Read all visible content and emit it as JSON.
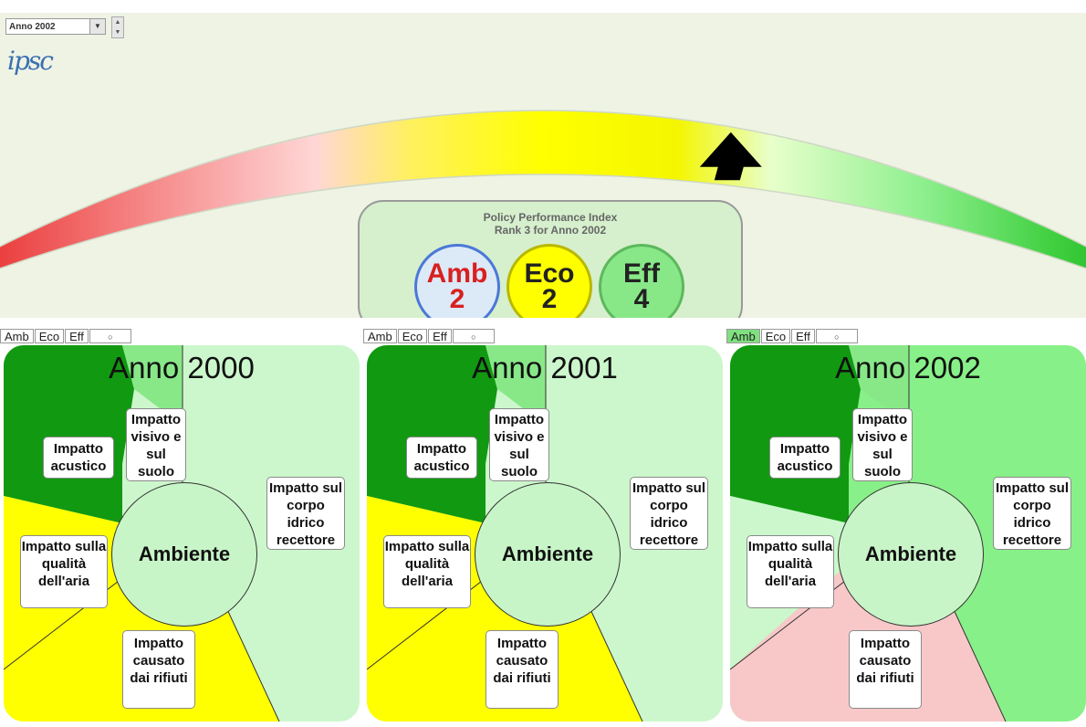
{
  "top": {
    "year_select": "Anno 2002",
    "logo": "ipsc",
    "perf_title": "Policy Performance Index",
    "perf_rank": "Rank 3 for Anno 2002",
    "indicator_position": 0.64,
    "badges": [
      {
        "label": "Amb",
        "value": "2",
        "fill": "#dce9f7",
        "ring": "#4a78d8",
        "text": "#d82020"
      },
      {
        "label": "Eco",
        "value": "2",
        "fill": "#ffff00",
        "ring": "#b8b800",
        "text": "#222222"
      },
      {
        "label": "Eff",
        "value": "4",
        "fill": "#88e888",
        "ring": "#5cb85c",
        "text": "#222222"
      }
    ]
  },
  "tabs": [
    "Amb",
    "Eco",
    "Eff",
    "○"
  ],
  "labels": {
    "visivo": "Impatto visivo e sul suolo",
    "acustico": "Impatto acustico",
    "corpo": "Impatto sul corpo idrico recettore",
    "aria": "Impatto sulla qualità dell'aria",
    "rifiuti": "Impatto causato dai rifiuti",
    "center": "Ambiente"
  },
  "panels": [
    {
      "anno": "Anno 2000",
      "active_tab": -1,
      "colors": {
        "visivo": "#88e888",
        "acustico": "#119911",
        "corpo": "#ccf7cc",
        "aria": "#ffff00",
        "rifiuti": "#ffff00"
      }
    },
    {
      "anno": "Anno 2001",
      "active_tab": -1,
      "colors": {
        "visivo": "#88e888",
        "acustico": "#119911",
        "corpo": "#ccf7cc",
        "aria": "#ffff00",
        "rifiuti": "#ffff00"
      }
    },
    {
      "anno": "Anno 2002",
      "active_tab": 0,
      "colors": {
        "visivo": "#88e888",
        "acustico": "#119911",
        "corpo": "#88f088",
        "aria": "#ccf7cc",
        "rifiuti": "#f8c8c8"
      }
    }
  ]
}
